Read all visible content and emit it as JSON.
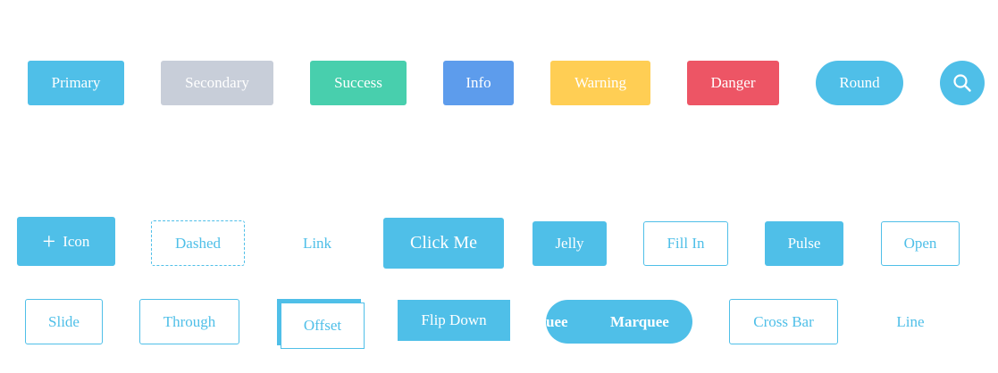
{
  "row1": {
    "primary": "Primary",
    "secondary": "Secondary",
    "success": "Success",
    "info": "Info",
    "warning": "Warning",
    "danger": "Danger",
    "round": "Round",
    "search_icon": "search-icon"
  },
  "row2": {
    "icon_plus": "+",
    "icon": "Icon",
    "dashed": "Dashed",
    "link": "Link",
    "click_me": "Click Me",
    "jelly": "Jelly",
    "fill_in": "Fill In",
    "pulse": "Pulse",
    "open": "Open"
  },
  "row3": {
    "slide": "Slide",
    "through": "Through",
    "offset": "Offset",
    "flip_down": "Flip Down",
    "marquee_fragment": "uee",
    "marquee": "Marquee",
    "cross_bar": "Cross Bar",
    "line": "Line"
  },
  "colors": {
    "primary": "#4fbfe8",
    "secondary": "#c8ced9",
    "success": "#48cfad",
    "info": "#5d9cec",
    "warning": "#ffce54",
    "danger": "#ed5565"
  }
}
